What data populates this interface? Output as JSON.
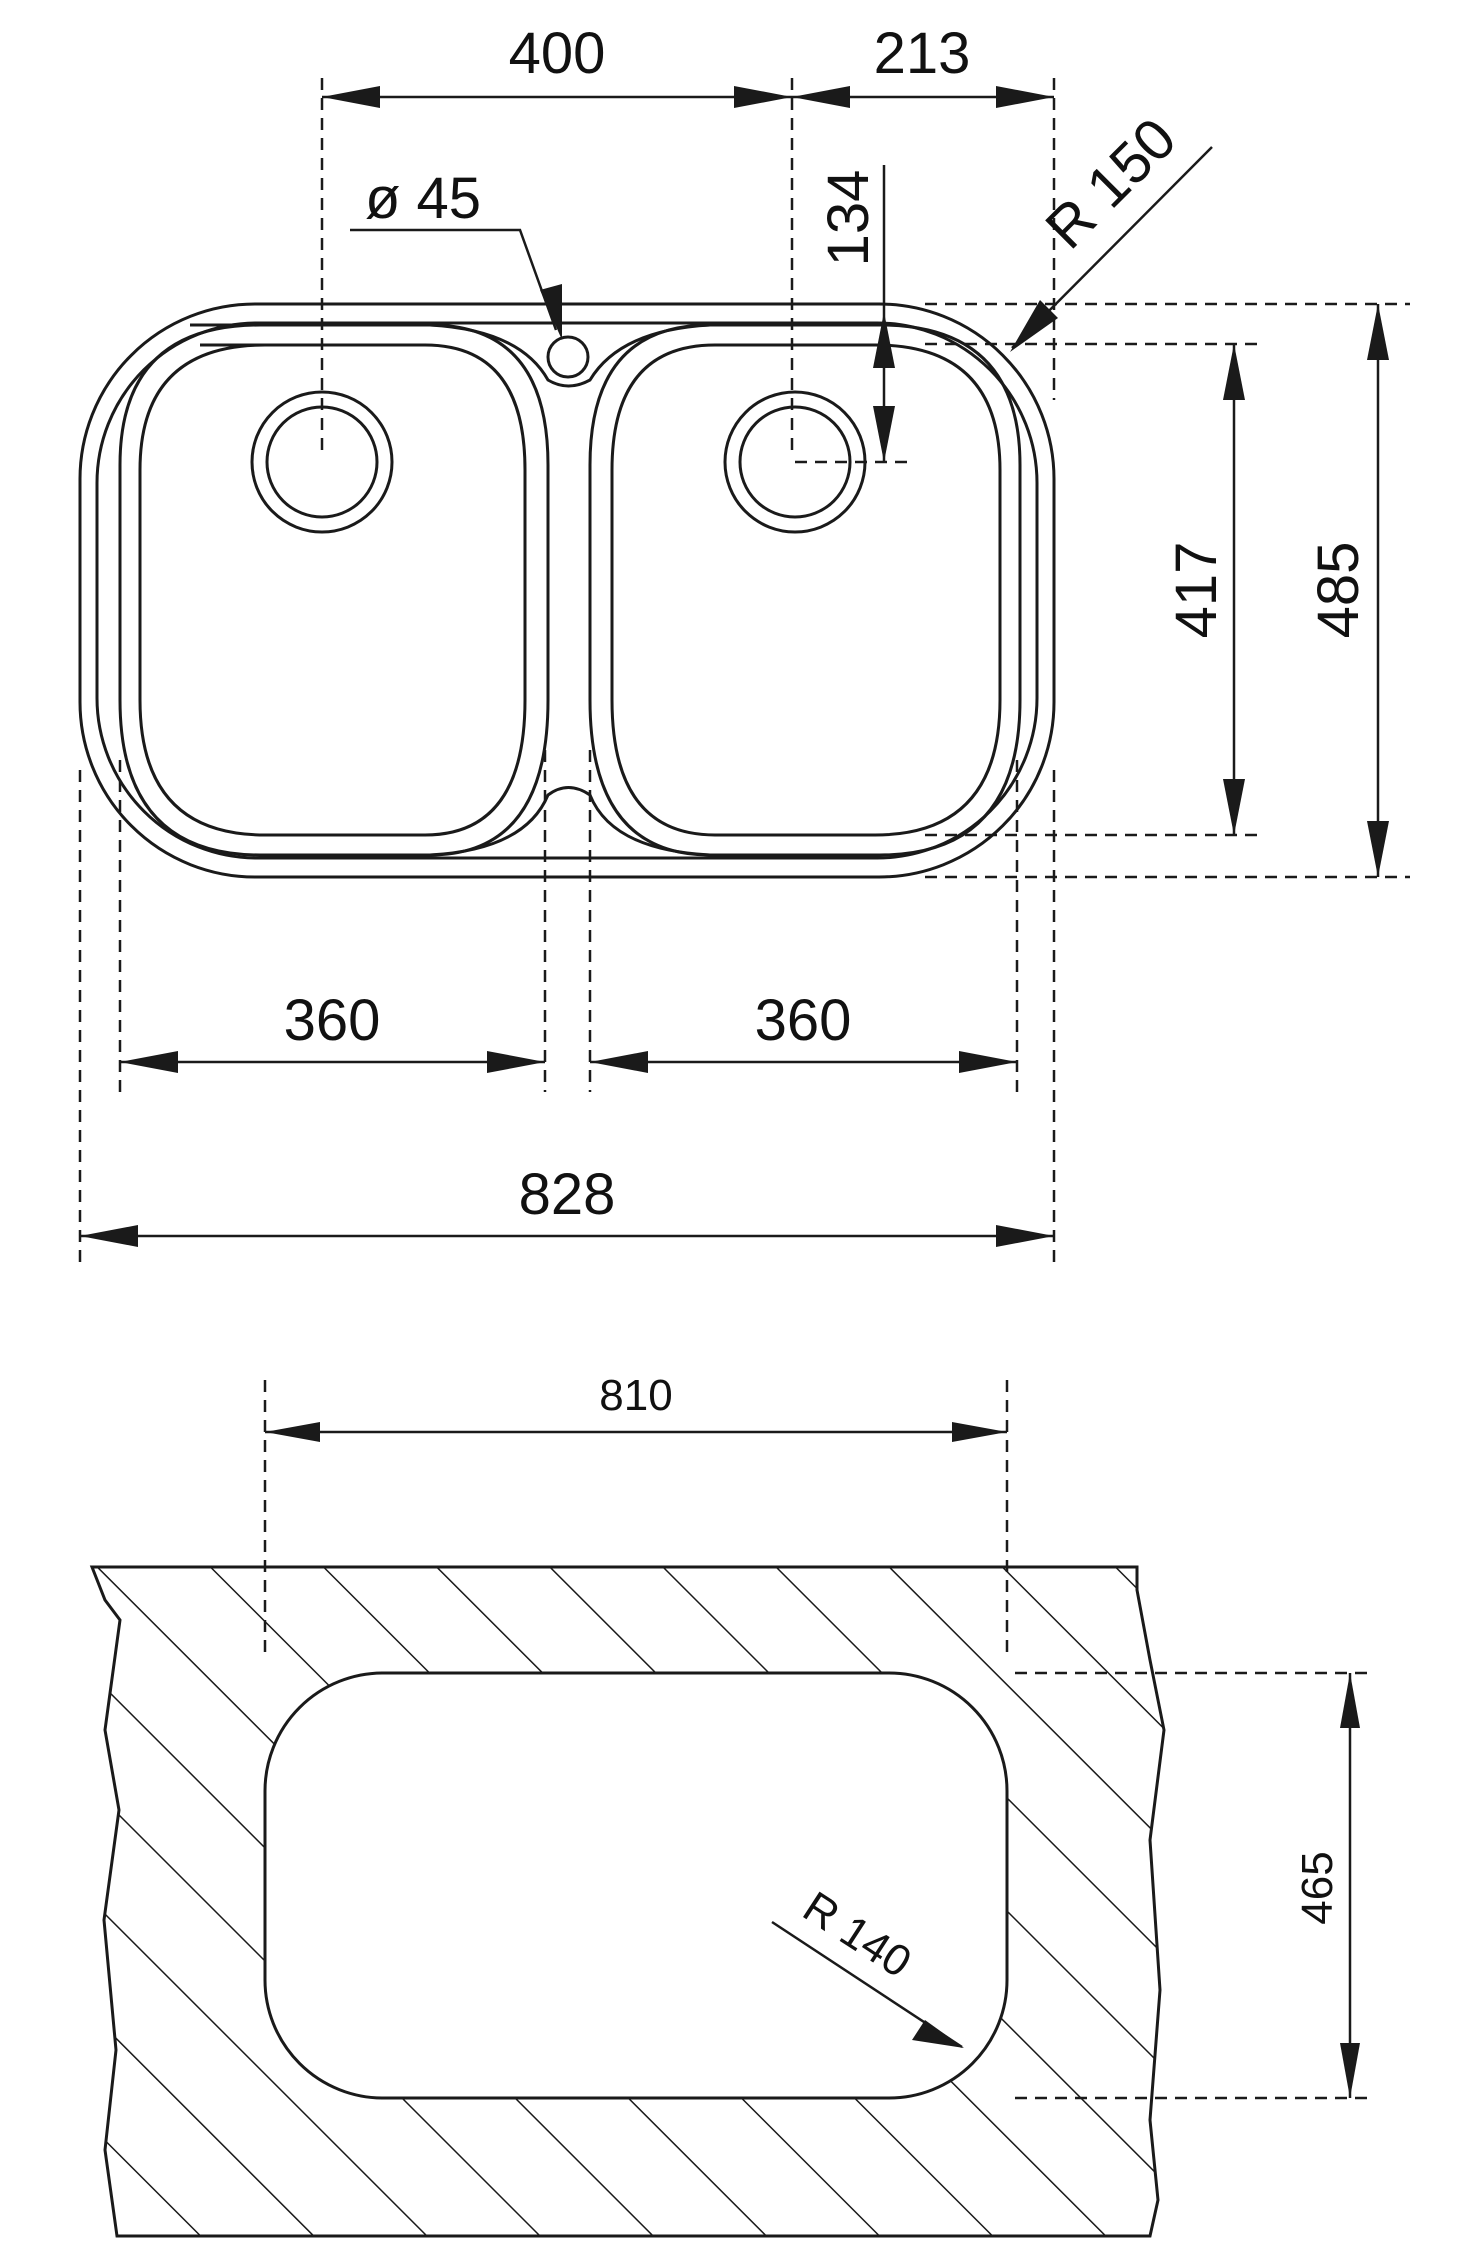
{
  "top_view": {
    "dim_hole_spacing": "400",
    "dim_hole_offset": "213",
    "dim_tap_hole": "ø 45",
    "dim_hole_depth": "134",
    "dim_corner_radius": "R 150",
    "dim_bowl_depth": "417",
    "dim_overall_depth": "485",
    "dim_bowl_left": "360",
    "dim_bowl_right": "360",
    "dim_overall_width": "828"
  },
  "cutout_view": {
    "dim_cutout_width": "810",
    "dim_cutout_depth": "465",
    "dim_cutout_radius": "R 140"
  }
}
